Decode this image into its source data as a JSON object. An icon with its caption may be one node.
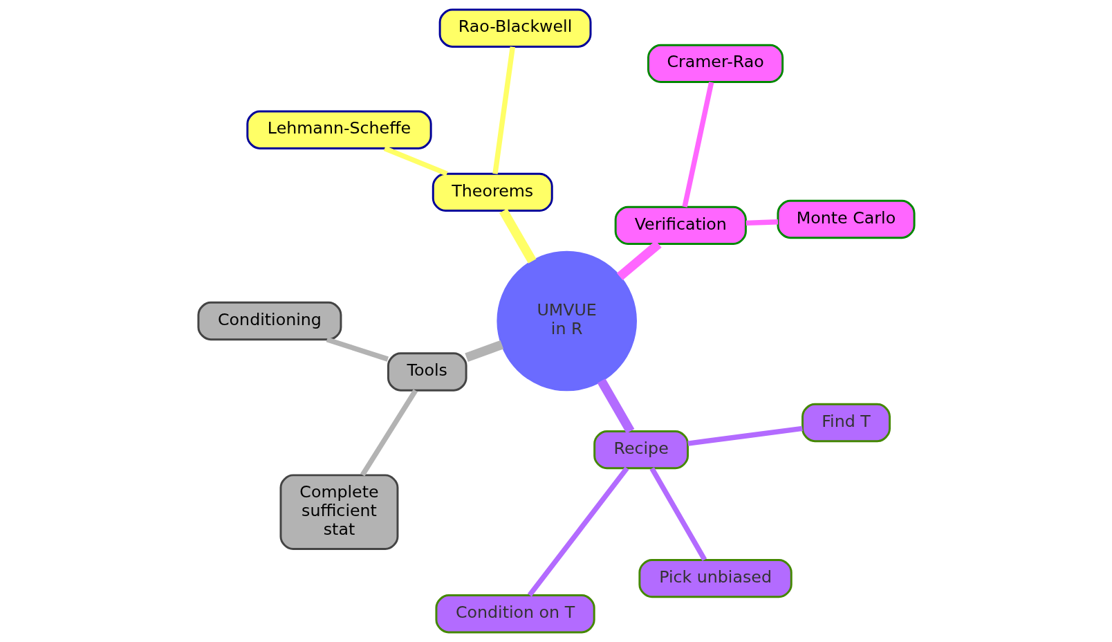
{
  "diagram": {
    "nodes": [
      {
        "text": [
          "UMVUE in R"
        ]
      },
      {
        "text": [
          "Verification"
        ]
      },
      {
        "text": [
          "Monte Carlo"
        ]
      },
      {
        "text": [
          "Cramer-Rao"
        ]
      },
      {
        "text": [
          "Theorems"
        ]
      },
      {
        "text": [
          "Rao-Blackwell"
        ]
      },
      {
        "text": [
          "Lehmann-Scheffe"
        ]
      },
      {
        "text": [
          "Tools"
        ]
      },
      {
        "text": [
          "Conditioning"
        ]
      },
      {
        "text": [
          "Complete sufficient stat"
        ]
      },
      {
        "text": [
          "Recipe"
        ]
      },
      {
        "text": [
          "Condition on T"
        ]
      },
      {
        "text": [
          "Pick unbiased"
        ]
      },
      {
        "text": [
          "Find T"
        ]
      }
    ],
    "edges": [
      {
        "from": 0,
        "to": 1,
        "arrow": "none",
        "style": "thick",
        "color": "#ff66ff"
      },
      {
        "from": 1,
        "to": 2,
        "arrow": "none",
        "color": "#ff66ff"
      },
      {
        "from": 1,
        "to": 3,
        "arrow": "none",
        "color": "#ff66ff"
      },
      {
        "from": 0,
        "to": 4,
        "arrow": "none",
        "style": "thick",
        "color": "#ffff66"
      },
      {
        "from": 4,
        "to": 5,
        "arrow": "none",
        "color": "#ffff66"
      },
      {
        "from": 4,
        "to": 6,
        "arrow": "none",
        "color": "#ffff66"
      },
      {
        "from": 0,
        "to": 7,
        "arrow": "none",
        "style": "thick",
        "color": "#b3b3b3"
      },
      {
        "from": 7,
        "to": 8,
        "arrow": "none",
        "color": "#b3b3b3"
      },
      {
        "from": 7,
        "to": 9,
        "arrow": "none",
        "color": "#b3b3b3"
      },
      {
        "from": 0,
        "to": 10,
        "arrow": "none",
        "style": "thick",
        "color": "#b36bff"
      },
      {
        "from": 10,
        "to": 11,
        "arrow": "none",
        "color": "#b36bff"
      },
      {
        "from": 10,
        "to": 12,
        "arrow": "none",
        "color": "#b36bff"
      },
      {
        "from": 10,
        "to": 13,
        "arrow": "none",
        "color": "#b36bff"
      }
    ]
  }
}
